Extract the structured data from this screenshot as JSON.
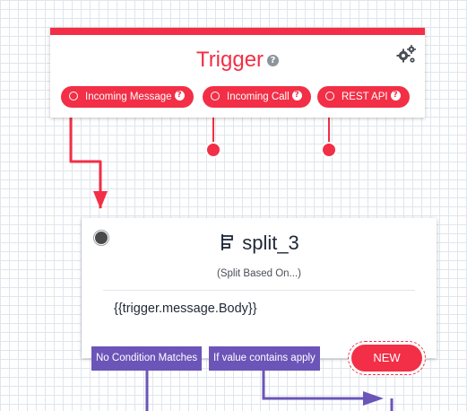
{
  "canvas": {
    "colors": {
      "accent": "#f22f46",
      "purple": "#6b55b8",
      "grid": "#dfe6ee"
    }
  },
  "trigger_widget": {
    "title": "Trigger",
    "help_icon": "question-circle-icon",
    "settings_icon": "gears-icon",
    "transitions": [
      {
        "label": "Incoming Message",
        "icon": "radio-ring-icon",
        "help_icon": "question-circle-icon"
      },
      {
        "label": "Incoming Call",
        "icon": "radio-ring-icon",
        "help_icon": "question-circle-icon"
      },
      {
        "label": "REST API",
        "icon": "radio-ring-icon",
        "help_icon": "question-circle-icon"
      }
    ]
  },
  "split_widget": {
    "title": "split_3",
    "icon": "split-icon",
    "subtitle": "(Split Based On...)",
    "variable": "{{trigger.message.Body}}",
    "transitions": [
      {
        "label": "No Condition Matches"
      },
      {
        "label": "If value contains apply"
      }
    ],
    "new_label": "NEW"
  }
}
